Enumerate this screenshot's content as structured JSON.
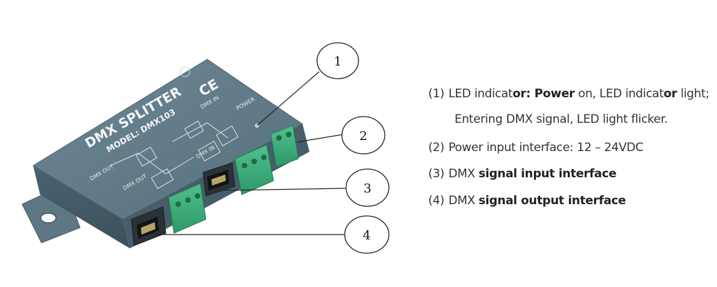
{
  "device": {
    "title": "DMX SPLITTER",
    "model": "MODEL: DMX103",
    "ce_mark": "CE",
    "labels": {
      "dmx_in": "DMX IN",
      "dmx_out_left": "DMX OUT",
      "dmx_out_front": "DMX OUT",
      "dmx_in_jack": "DMX IN",
      "power": "POWER"
    }
  },
  "callouts": [
    "1",
    "2",
    "3",
    "4"
  ],
  "specs": [
    {
      "num": "(1)",
      "parts": [
        {
          "text": "LED indicat",
          "bold": false
        },
        {
          "text": "or: Power",
          "bold": true
        },
        {
          "text": " on, LED indicat",
          "bold": false
        },
        {
          "text": "or",
          "bold": true
        },
        {
          "text": " light;",
          "bold": false
        }
      ]
    },
    {
      "num": "",
      "indent": true,
      "parts": [
        {
          "text": "Entering DMX signal, LED light flicker.",
          "bold": false
        }
      ]
    },
    {
      "num": "(2)",
      "parts": [
        {
          "text": "Power  input  interface:  12 – 24VDC",
          "bold": false
        }
      ]
    },
    {
      "num": "(3)",
      "parts": [
        {
          "text": "DMX ",
          "bold": false
        },
        {
          "text": "signal input interface",
          "bold": true
        }
      ]
    },
    {
      "num": "(4)",
      "parts": [
        {
          "text": "DMX ",
          "bold": false
        },
        {
          "text": "signal output interface",
          "bold": true
        }
      ]
    }
  ]
}
